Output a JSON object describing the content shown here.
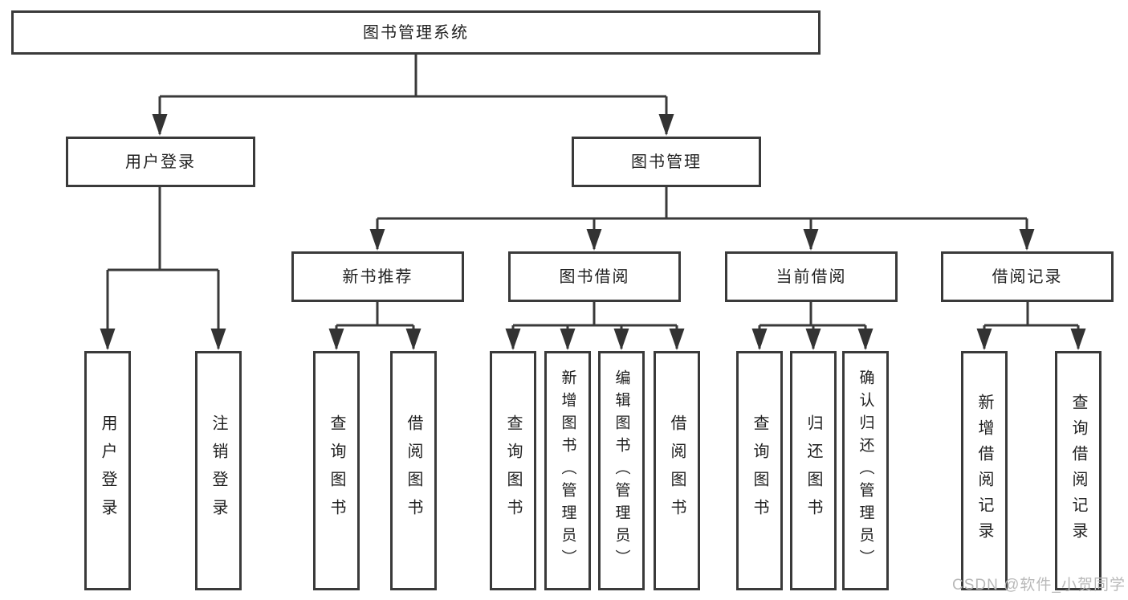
{
  "diagram_type": "hierarchy-tree",
  "colors": {
    "background": "#ffffff",
    "line": "#3a3a3a",
    "box_border": "#3a3a3a",
    "text": "#212121",
    "watermark": "#b9b9b9"
  },
  "tree": {
    "label": "图书管理系统",
    "children": [
      {
        "label": "用户登录",
        "children": [
          {
            "label": "用户登录"
          },
          {
            "label": "注销登录"
          }
        ]
      },
      {
        "label": "图书管理",
        "children": [
          {
            "label": "新书推荐",
            "children": [
              {
                "label": "查询图书"
              },
              {
                "label": "借阅图书"
              }
            ]
          },
          {
            "label": "图书借阅",
            "children": [
              {
                "label": "查询图书"
              },
              {
                "label": "新增图书（管理员）"
              },
              {
                "label": "编辑图书（管理员）"
              },
              {
                "label": "借阅图书"
              }
            ]
          },
          {
            "label": "当前借阅",
            "children": [
              {
                "label": "查询图书"
              },
              {
                "label": "归还图书"
              },
              {
                "label": "确认归还（管理员）"
              }
            ]
          },
          {
            "label": "借阅记录",
            "children": [
              {
                "label": "新增借阅记录"
              },
              {
                "label": "查询借阅记录"
              }
            ]
          }
        ]
      }
    ]
  },
  "watermark": {
    "text": "CSDN @软件_小贺同学"
  }
}
